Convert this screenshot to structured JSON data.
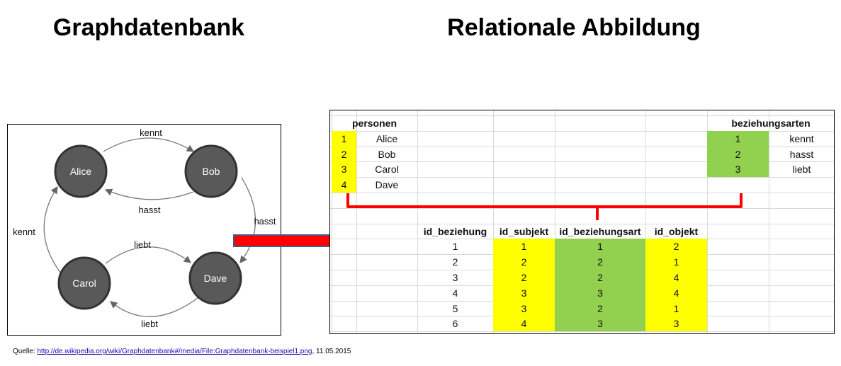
{
  "titles": {
    "left": "Graphdatenbank",
    "right": "Relationale Abbildung"
  },
  "graph": {
    "nodes": [
      "Alice",
      "Bob",
      "Carol",
      "Dave"
    ],
    "edges": [
      {
        "from": "Alice",
        "to": "Bob",
        "label": "kennt"
      },
      {
        "from": "Bob",
        "to": "Alice",
        "label": "hasst"
      },
      {
        "from": "Bob",
        "to": "Dave",
        "label": "hasst"
      },
      {
        "from": "Carol",
        "to": "Alice",
        "label": "kennt"
      },
      {
        "from": "Carol",
        "to": "Dave",
        "label": "liebt"
      },
      {
        "from": "Dave",
        "to": "Carol",
        "label": "liebt"
      }
    ]
  },
  "personen": {
    "title": "personen",
    "rows": [
      [
        "1",
        "Alice"
      ],
      [
        "2",
        "Bob"
      ],
      [
        "3",
        "Carol"
      ],
      [
        "4",
        "Dave"
      ]
    ]
  },
  "beziehungsarten": {
    "title": "beziehungsarten",
    "rows": [
      [
        "1",
        "kennt"
      ],
      [
        "2",
        "hasst"
      ],
      [
        "3",
        "liebt"
      ]
    ]
  },
  "beziehungen": {
    "headers": [
      "id_beziehung",
      "id_subjekt",
      "id_beziehungsart",
      "id_objekt"
    ],
    "rows": [
      [
        "1",
        "1",
        "1",
        "2"
      ],
      [
        "2",
        "2",
        "2",
        "1"
      ],
      [
        "3",
        "2",
        "2",
        "4"
      ],
      [
        "4",
        "3",
        "3",
        "4"
      ],
      [
        "5",
        "3",
        "2",
        "1"
      ],
      [
        "6",
        "4",
        "3",
        "3"
      ]
    ]
  },
  "colors": {
    "yellow": "#ffff00",
    "green": "#92d050",
    "red": "#ff0000",
    "node": "#595959"
  },
  "source": {
    "prefix": "Quelle: ",
    "link": "http://de.wikipedia.org/wiki/Graphdatenbank#/media/File:Graphdatenbank-beispiel1.png",
    "suffix": ", 11.05.2015"
  }
}
